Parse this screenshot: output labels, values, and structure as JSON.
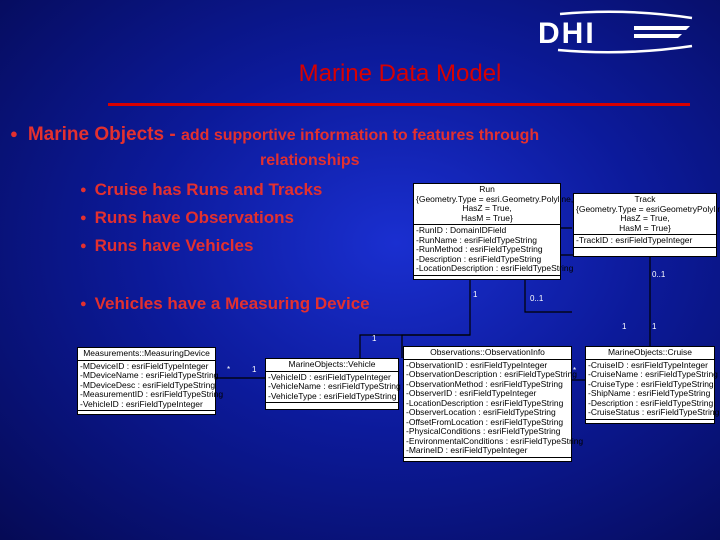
{
  "logo": {
    "text": "DHI",
    "icon": "dhi-logo"
  },
  "title": "Marine Data Model",
  "main_bullet": {
    "label": "Marine Objects -",
    "detail_1": "add supportive information to features through",
    "detail_2": "relationships"
  },
  "sub_bullets": [
    "Cruise has Runs and Tracks",
    "Runs have Observations",
    "Runs have Vehicles",
    "Vehicles have a Measuring Device"
  ],
  "classes": {
    "run": {
      "header": [
        "Run",
        "{Geometry.Type = esri.Geometry.Polyline,",
        "HasZ = True,",
        "HasM = True}"
      ],
      "attributes": [
        "-RunID : DomainIDField",
        "-RunName : esriFieldTypeString",
        "-RunMethod : esriFieldTypeString",
        "-Description : esriFieldTypeString",
        "-LocationDescription : esriFieldTypeString"
      ]
    },
    "track": {
      "header": [
        "Track",
        "{Geometry.Type = esriGeometryPolyline,",
        "HasZ = True,",
        "HasM = True}"
      ],
      "attributes": [
        "-TrackID : esriFieldTypeInteger"
      ]
    },
    "measuring_device": {
      "header": [
        "Measurements::MeasuringDevice"
      ],
      "attributes": [
        "-MDeviceID : esriFieldTypeInteger",
        "-MDeviceName : esriFieldTypeString",
        "-MDeviceDesc : esriFieldTypeString",
        "-MeasurementID : esriFieldTypeString",
        "-VehicleID : esriFieldTypeInteger"
      ]
    },
    "vehicle": {
      "header": [
        "MarineObjects::Vehicle"
      ],
      "attributes": [
        "-VehicleID : esriFieldTypeInteger",
        "-VehicleName : esriFieldTypeString",
        "-VehicleType : esriFieldTypeString"
      ]
    },
    "observation": {
      "header": [
        "Observations::ObservationInfo"
      ],
      "attributes": [
        "-ObservationID : esriFieldTypeInteger",
        "-ObservationDescription : esriFieldTypeString",
        "-ObservationMethod : esriFieldTypeString",
        "-ObserverID : esriFieldTypeInteger",
        "-LocationDescription : esriFieldTypeString",
        "-ObserverLocation : esriFieldTypeString",
        "-OffsetFromLocation : esriFieldTypeString",
        "-PhysicalConditions : esriFieldTypeString",
        "-EnvironmentalConditions : esriFieldTypeString",
        "-MarineID : esriFieldTypeInteger"
      ]
    },
    "cruise": {
      "header": [
        "MarineObjects::Cruise"
      ],
      "attributes": [
        "-CruiseID : esriFieldTypeInteger",
        "-CruiseName : esriFieldTypeString",
        "-CruiseType : esriFieldTypeString",
        "-ShipName : esriFieldTypeString",
        "-Description : esriFieldTypeString",
        "-CruiseStatus : esriFieldTypeString"
      ]
    }
  },
  "multiplicities": {
    "run_track": "0..1",
    "run_vehicle": "1",
    "run_obs": "0..1",
    "run_cruise": "1",
    "cruise_a": "1",
    "cruise_b": "1",
    "md_star": "*",
    "veh_one": "1",
    "veh_star": "*"
  },
  "colors": {
    "background": "#0c1a9a",
    "accent": "#d80000",
    "bullet_text": "#e3302f"
  }
}
